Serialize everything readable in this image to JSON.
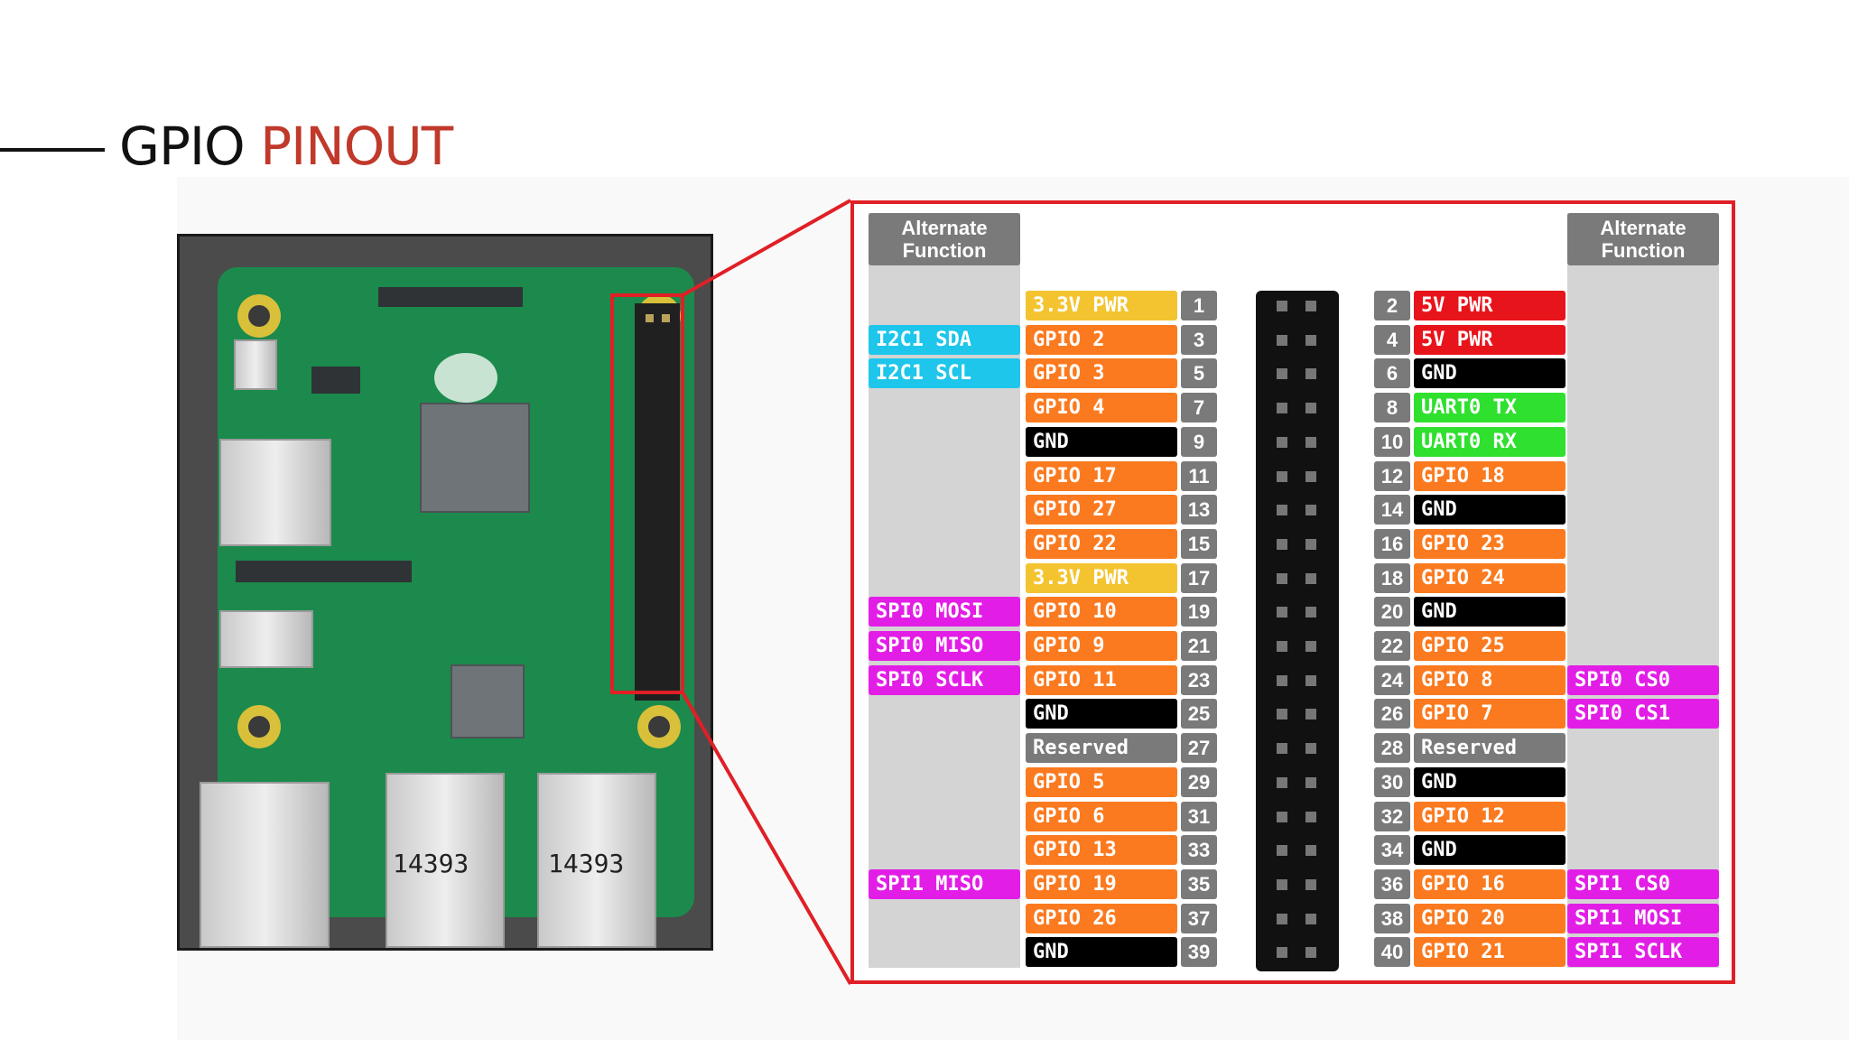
{
  "title": {
    "main": "GPIO",
    "accent": "PINOUT"
  },
  "colors": {
    "accent": "#c0392b",
    "frame": "#e01f26"
  },
  "board": {
    "usb_label_1": "14393",
    "usb_label_2": "14393"
  },
  "pinout": {
    "alt_header_left": "Alternate Function",
    "alt_header_right": "Alternate Function",
    "rows": [
      {
        "left_alt": "",
        "left_label": "3.3V PWR",
        "left_type": "power33",
        "left_num": "1",
        "right_num": "2",
        "right_label": "5V PWR",
        "right_type": "power5",
        "right_alt": ""
      },
      {
        "left_alt": "I2C1 SDA",
        "left_label": "GPIO 2",
        "left_type": "gpio",
        "left_num": "3",
        "right_num": "4",
        "right_label": "5V PWR",
        "right_type": "power5",
        "right_alt": ""
      },
      {
        "left_alt": "I2C1 SCL",
        "left_label": "GPIO 3",
        "left_type": "gpio",
        "left_num": "5",
        "right_num": "6",
        "right_label": "GND",
        "right_type": "gnd",
        "right_alt": ""
      },
      {
        "left_alt": "",
        "left_label": "GPIO 4",
        "left_type": "gpio",
        "left_num": "7",
        "right_num": "8",
        "right_label": "UART0 TX",
        "right_type": "uart",
        "right_alt": ""
      },
      {
        "left_alt": "",
        "left_label": "GND",
        "left_type": "gnd",
        "left_num": "9",
        "right_num": "10",
        "right_label": "UART0 RX",
        "right_type": "uart",
        "right_alt": ""
      },
      {
        "left_alt": "",
        "left_label": "GPIO 17",
        "left_type": "gpio",
        "left_num": "11",
        "right_num": "12",
        "right_label": "GPIO 18",
        "right_type": "gpio",
        "right_alt": ""
      },
      {
        "left_alt": "",
        "left_label": "GPIO 27",
        "left_type": "gpio",
        "left_num": "13",
        "right_num": "14",
        "right_label": "GND",
        "right_type": "gnd",
        "right_alt": ""
      },
      {
        "left_alt": "",
        "left_label": "GPIO 22",
        "left_type": "gpio",
        "left_num": "15",
        "right_num": "16",
        "right_label": "GPIO 23",
        "right_type": "gpio",
        "right_alt": ""
      },
      {
        "left_alt": "",
        "left_label": "3.3V PWR",
        "left_type": "power33",
        "left_num": "17",
        "right_num": "18",
        "right_label": "GPIO 24",
        "right_type": "gpio",
        "right_alt": ""
      },
      {
        "left_alt": "SPI0 MOSI",
        "left_label": "GPIO 10",
        "left_type": "gpio",
        "left_num": "19",
        "right_num": "20",
        "right_label": "GND",
        "right_type": "gnd",
        "right_alt": ""
      },
      {
        "left_alt": "SPI0 MISO",
        "left_label": "GPIO 9",
        "left_type": "gpio",
        "left_num": "21",
        "right_num": "22",
        "right_label": "GPIO 25",
        "right_type": "gpio",
        "right_alt": ""
      },
      {
        "left_alt": "SPI0 SCLK",
        "left_label": "GPIO 11",
        "left_type": "gpio",
        "left_num": "23",
        "right_num": "24",
        "right_label": "GPIO 8",
        "right_type": "gpio",
        "right_alt": "SPI0 CS0"
      },
      {
        "left_alt": "",
        "left_label": "GND",
        "left_type": "gnd",
        "left_num": "25",
        "right_num": "26",
        "right_label": "GPIO 7",
        "right_type": "gpio",
        "right_alt": "SPI0 CS1"
      },
      {
        "left_alt": "",
        "left_label": "Reserved",
        "left_type": "reserved",
        "left_num": "27",
        "right_num": "28",
        "right_label": "Reserved",
        "right_type": "reserved",
        "right_alt": ""
      },
      {
        "left_alt": "",
        "left_label": "GPIO 5",
        "left_type": "gpio",
        "left_num": "29",
        "right_num": "30",
        "right_label": "GND",
        "right_type": "gnd",
        "right_alt": ""
      },
      {
        "left_alt": "",
        "left_label": "GPIO 6",
        "left_type": "gpio",
        "left_num": "31",
        "right_num": "32",
        "right_label": "GPIO 12",
        "right_type": "gpio",
        "right_alt": ""
      },
      {
        "left_alt": "",
        "left_label": "GPIO 13",
        "left_type": "gpio",
        "left_num": "33",
        "right_num": "34",
        "right_label": "GND",
        "right_type": "gnd",
        "right_alt": ""
      },
      {
        "left_alt": "SPI1 MISO",
        "left_label": "GPIO 19",
        "left_type": "gpio",
        "left_num": "35",
        "right_num": "36",
        "right_label": "GPIO 16",
        "right_type": "gpio",
        "right_alt": "SPI1 CS0"
      },
      {
        "left_alt": "",
        "left_label": "GPIO 26",
        "left_type": "gpio",
        "left_num": "37",
        "right_num": "38",
        "right_label": "GPIO 20",
        "right_type": "gpio",
        "right_alt": "SPI1 MOSI"
      },
      {
        "left_alt": "",
        "left_label": "GND",
        "left_type": "gnd",
        "left_num": "39",
        "right_num": "40",
        "right_label": "GPIO 21",
        "right_type": "gpio",
        "right_alt": "SPI1 SCLK"
      }
    ],
    "type_colors": {
      "power33": {
        "bg": "#f4c430",
        "fg": "#ffffff"
      },
      "power5": {
        "bg": "#e8141b",
        "fg": "#ffffff"
      },
      "gpio": {
        "bg": "#fb7a1f",
        "fg": "#ffffff"
      },
      "gnd": {
        "bg": "#000000",
        "fg": "#ffffff"
      },
      "uart": {
        "bg": "#2fe02f",
        "fg": "#ffffff"
      },
      "reserved": {
        "bg": "#7a7a7a",
        "fg": "#ffffff"
      },
      "i2c": {
        "bg": "#1dc6ea",
        "fg": "#ffffff"
      },
      "spi": {
        "bg": "#e21ee6",
        "fg": "#ffffff"
      }
    }
  }
}
